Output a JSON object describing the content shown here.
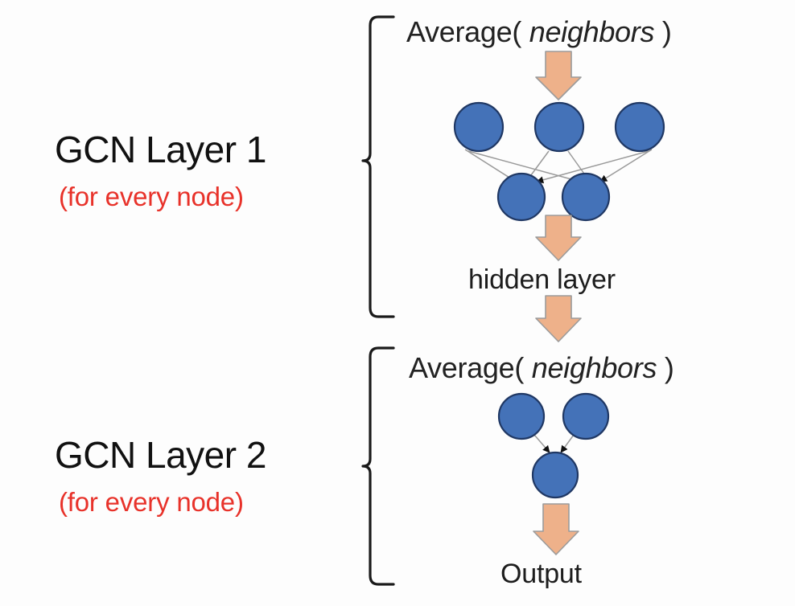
{
  "diagram": {
    "title": "GCN two-layer message passing diagram",
    "background_color": "#fdfdfd",
    "node_fill": "#4472b8",
    "node_stroke": "#1f3864",
    "arrow_fill": "#eeb18a",
    "arrow_stroke": "#8c8c8c",
    "edge_color": "#9a9a9a",
    "brace_color": "#1a1a1a",
    "accent_red": "#e8322a",
    "text_color": "#1a1a1a"
  },
  "layer1": {
    "title": "GCN Layer 1",
    "subtitle": "(for every node)",
    "average_label_prefix": "Average(",
    "average_label_emphasis": "neighbors",
    "average_label_suffix": ")",
    "output_label": "hidden layer",
    "top_nodes": 3,
    "bottom_nodes": 2,
    "edges": 6
  },
  "layer2": {
    "title": "GCN Layer 2",
    "subtitle": "(for every node)",
    "average_label_prefix": "Average(",
    "average_label_emphasis": "neighbors",
    "average_label_suffix": ")",
    "output_label": "Output",
    "top_nodes": 2,
    "bottom_nodes": 1,
    "edges": 2
  },
  "arrows": [
    {
      "name": "into-layer1-nodes"
    },
    {
      "name": "layer1-nodes-to-hidden"
    },
    {
      "name": "hidden-to-layer2"
    },
    {
      "name": "layer2-nodes-to-output"
    }
  ]
}
